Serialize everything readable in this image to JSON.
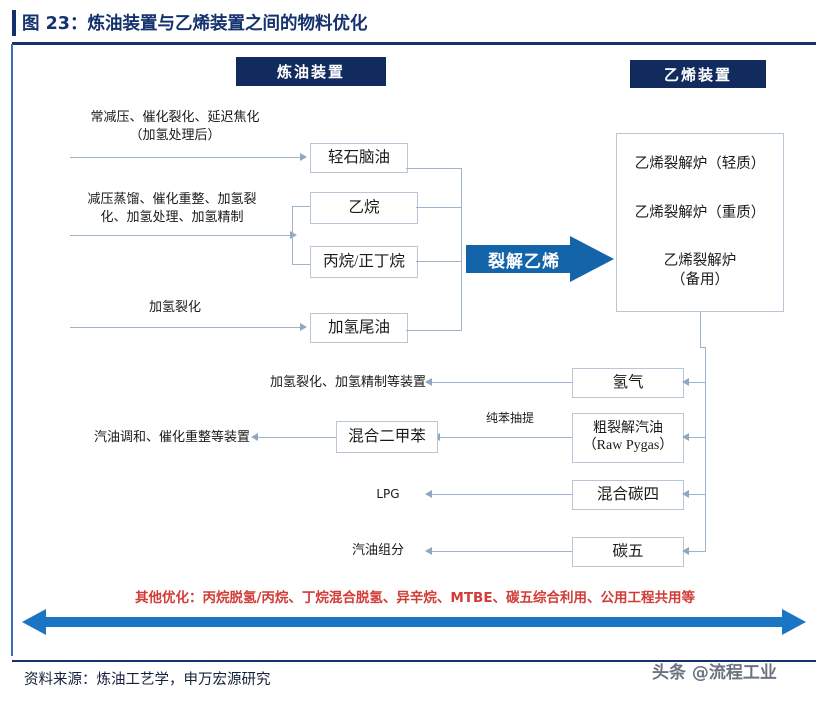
{
  "figure": {
    "title": "图 23：炼油装置与乙烯装置之间的物料优化",
    "source": "资料来源：炼油工艺学，申万宏源研究",
    "watermark": "头条 @流程工业"
  },
  "colors": {
    "title_blue": "#15326e",
    "chip_navy": "#112b5e",
    "arrow_blue": "#1464aa",
    "banner_blue": "#1a76c4",
    "red_text": "#d23b36",
    "connector_gray": "#9fb4ca"
  },
  "sections": {
    "refinery_chip": "炼油装置",
    "ethylene_chip": "乙烯装置"
  },
  "feed_labels": [
    "常减压、催化裂化、延迟焦化\n（加氢处理后）",
    "减压蒸馏、催化重整、加氢裂\n化、加氢处理、加氢精制",
    "加氢裂化"
  ],
  "feed_label_1_line1": "常减压、催化裂化、延迟焦化",
  "feed_label_1_line2": "（加氢处理后）",
  "feed_label_2_line1": "减压蒸馏、催化重整、加氢裂",
  "feed_label_2_line2": "化、加氢处理、加氢精制",
  "feed_label_3": "加氢裂化",
  "refinery_streams": [
    {
      "name": "轻石脑油"
    },
    {
      "name": "乙烷"
    },
    {
      "name": "丙烷/正丁烷"
    },
    {
      "name": "加氢尾油"
    }
  ],
  "crack_arrow_label": "裂解乙烯",
  "ethylene_furnaces": [
    "乙烯裂解炉（轻质）",
    "乙烯裂解炉（重质）",
    "乙烯裂解炉\n（备用）"
  ],
  "ethylene_furnace_3_line1": "乙烯裂解炉",
  "ethylene_furnace_3_line2": "（备用）",
  "products": [
    {
      "name": "氢气",
      "destination": "加氢裂化、加氢精制等装置",
      "mid_label": "",
      "mid_box": ""
    },
    {
      "name": "粗裂解汽油\n（Raw Pygas）",
      "name_line1": "粗裂解汽油",
      "name_line2": "（Raw Pygas）",
      "destination": "汽油调和、催化重整等装置",
      "mid_label": "纯苯抽提",
      "mid_box": "混合二甲苯"
    },
    {
      "name": "混合碳四",
      "destination": "LPG",
      "mid_label": "",
      "mid_box": ""
    },
    {
      "name": "碳五",
      "destination": "汽油组分",
      "mid_label": "",
      "mid_box": ""
    }
  ],
  "other_optimization": "其他优化：丙烷脱氢/丙烷、丁烷混合脱氢、异辛烷、MTBE、碳五综合利用、公用工程共用等"
}
